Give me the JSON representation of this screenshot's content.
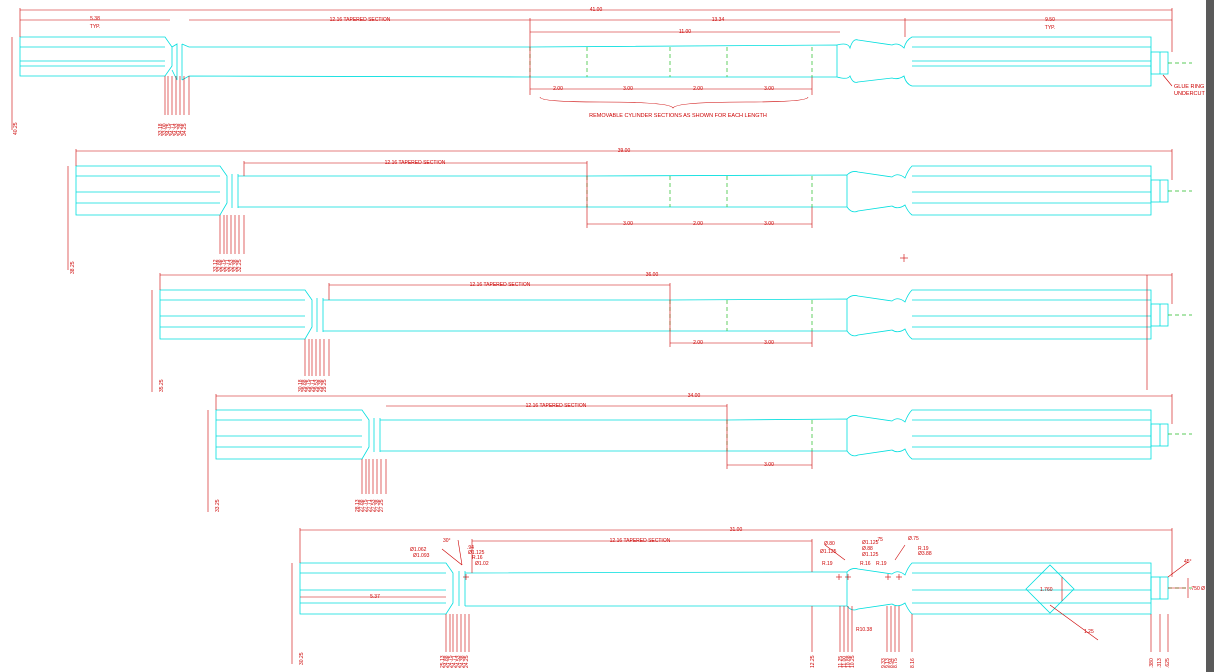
{
  "colors": {
    "part": "#00dede",
    "dim": "#cc0000",
    "center": "#22bb22"
  },
  "notes": {
    "removable": "REMOVABLE CYLINDER SECTIONS AS SHOWN FOR EACH LENGTH",
    "glue_ring": "GLUE RING",
    "undercut": "UNDERCUT"
  },
  "views": [
    {
      "overall": "41.00",
      "tapered": "12.16 TAPERED SECTION",
      "left_end": "5.38",
      "left_end_sub": "TYP.",
      "mid": "13.34",
      "mid_sub": "11.00",
      "right_end": "9.50",
      "right_end_sub": "TYP.",
      "segments": [
        "2.00",
        "3.00",
        "2.00",
        "3.00"
      ],
      "vertical": "40.25",
      "stations": [
        "33.18",
        "33.00",
        "34.75",
        "34.71",
        "34.33",
        "34.28",
        "34.25"
      ]
    },
    {
      "overall": "39.00",
      "tapered": "12.16 TAPERED SECTION",
      "segments": [
        "3.00",
        "2.00",
        "3.00"
      ],
      "vertical": "38.25",
      "stations": [
        "33.12",
        "32.88",
        "32.75",
        "32.71",
        "32.53",
        "32.38",
        "32.25"
      ]
    },
    {
      "overall": "36.00",
      "tapered": "12.16 TAPERED SECTION",
      "segments": [
        "2.00",
        "3.00"
      ],
      "vertical": "35.25",
      "stations": [
        "30.18",
        "29.88",
        "29.75",
        "29.71",
        "29.53",
        "29.38",
        "29.25"
      ]
    },
    {
      "overall": "34.00",
      "tapered": "12.16 TAPERED SECTION",
      "segments": [
        "3.00"
      ],
      "vertical": "33.25",
      "stations": [
        "28.13",
        "27.88",
        "27.75",
        "27.71",
        "27.53",
        "27.38",
        "27.25"
      ]
    },
    {
      "overall": "31.00",
      "tapered": "12.16 TAPERED SECTION",
      "left_end": "5.37",
      "vertical": "30.25",
      "bottom_stations_left": [
        "25.13",
        "24.88",
        "24.75",
        "24.71",
        "24.53",
        "24.38",
        "24.25"
      ],
      "bottom_stations_mid": [
        "12.25",
        "11.25",
        "11.00",
        "10.88",
        "10.25"
      ],
      "bottom_stations_right": [
        "9.33",
        "9.13",
        "8.94",
        "8.75",
        "8.16"
      ],
      "bottom_stations_end": [
        ".380",
        ".313",
        ".625"
      ],
      "callouts_left": [
        "30°",
        "Ø1.062",
        "Ø1.093",
        ".94",
        "Ø1.125",
        "R.16",
        "Ø1.02"
      ],
      "callouts_mid": [
        "Ø.80",
        "Ø1.125",
        ".75",
        "Ø1.125",
        "Ø.75",
        "Ø.88",
        "R.19",
        "R.16",
        "Ø1.125",
        "R.19",
        "R.19",
        "Ø3.88"
      ],
      "radius_bottom": "R10.38",
      "oct_across": "1.760",
      "oct_side": "1.25",
      "chamfer": "45°",
      "tenon": ".750 Ø"
    }
  ]
}
